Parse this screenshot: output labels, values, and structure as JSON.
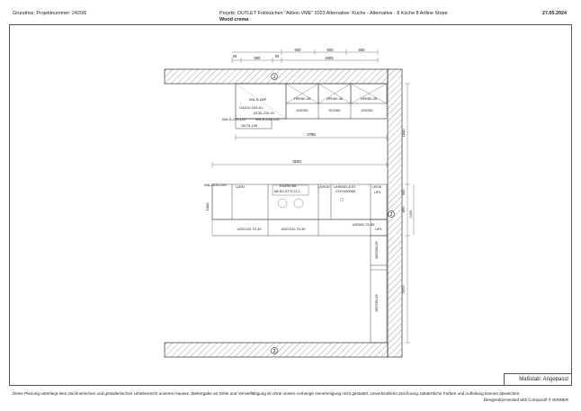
{
  "header": {
    "left": "Grundriss, Projektnummer: 2420/6",
    "project": "Projekt: OUTLET Fotoküchen \"Aktion VME\" 2023 Alternative: Küche - Alternative - 8 Küche 8 Artline Stripe",
    "finish": "Wood crema",
    "date": "27.05.2024"
  },
  "plan": {
    "wall_markers": [
      "1",
      "2",
      "3"
    ],
    "top_dims": [
      "25",
      "600",
      "25",
      "600",
      "600",
      "600",
      "1605"
    ],
    "upper_units": [
      "HFK60-45",
      "HFK60-45",
      "HFK60-45"
    ],
    "top_units": [
      "UDD60",
      "SCD60",
      "UDD60"
    ],
    "left_block_labels": [
      "WA-S-VAP",
      "GA210-153-01",
      "AT30-210-01",
      "WA-S-210-120",
      "WA-S-210-120",
      "GK75-100"
    ],
    "run_length_top": "2755",
    "run_length_mid": "3150",
    "island_labels": [
      "WA-2575-120",
      "UZ90",
      "KUZ90-ML",
      "MLS0-STYLO-J",
      "UVK30",
      "UHSK60-EST",
      "CHYK00050",
      "UK30",
      "UP1"
    ],
    "island_bottom_units": [
      "UDD120-75-39",
      "UDD120-75-39",
      "UDD60-75-39",
      "UP1"
    ],
    "tall_units": [
      "WST60-25",
      "WST60-25"
    ],
    "right_dims": [
      "1840",
      "300",
      "850",
      "2435",
      "2070"
    ],
    "left_dim": "1000"
  },
  "footer": {
    "scale": "Maßstab: Angepasst",
    "disclaimer": "Diese Planung unterliegt dem zeichnerischen und gestalterischen Urheberrecht unseres Hauses. Weitergabe an Dritte und Vervielfältigung ist ohne unsere vorherige Genehmigung nicht gestattet. Unverbindliche Zeichnung, tatsächliche Farben und Aufteilung können abweichen.",
    "credit": "Designed/presented with Compusoft ® WINNER"
  }
}
